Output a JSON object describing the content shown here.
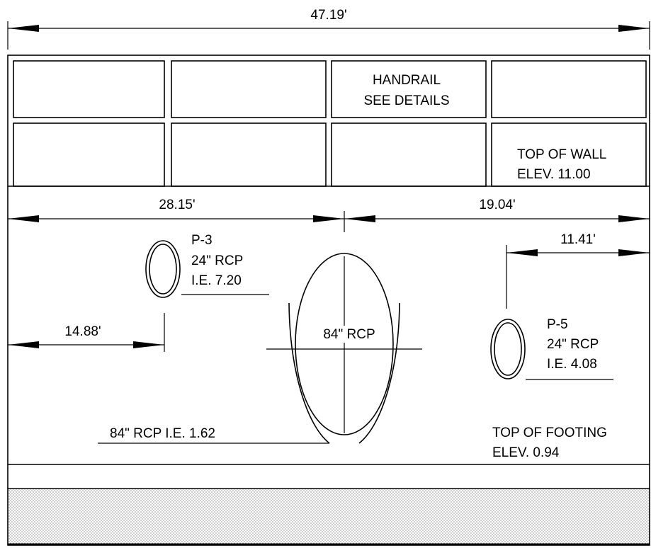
{
  "dimensions": {
    "overall": "47.19'",
    "left_to_center": "28.15'",
    "center_to_right": "19.04'",
    "p3_offset": "14.88'",
    "p5_offset": "11.41'"
  },
  "labels": {
    "handrail": [
      "HANDRAIL",
      "SEE DETAILS"
    ],
    "top_of_wall": [
      "TOP OF WALL",
      "ELEV. 11.00"
    ],
    "top_of_footing": [
      "TOP OF FOOTING",
      "ELEV. 0.94"
    ]
  },
  "pipes": {
    "p3": {
      "name": "P-3",
      "size": "24\" RCP",
      "ie": "I.E. 7.20"
    },
    "p5": {
      "name": "P-5",
      "size": "24\" RCP",
      "ie": "I.E. 4.08"
    },
    "main": {
      "center_label": "84\" RCP",
      "ie_label": "84\" RCP I.E. 1.62"
    }
  },
  "colors": {
    "line": "#000000",
    "background": "#ffffff",
    "ground_dots": "#555555"
  }
}
